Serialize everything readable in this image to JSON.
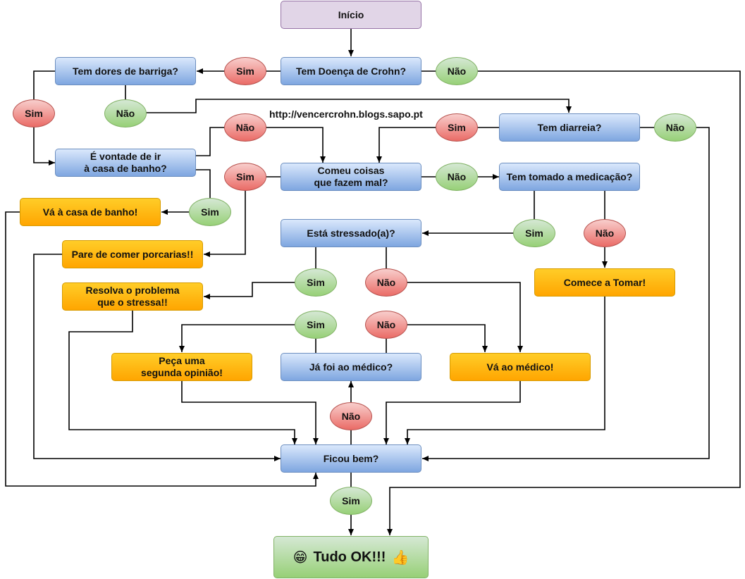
{
  "watermark": "http://vencercrohn.blogs.sapo.pt",
  "nodes": {
    "inicio": "Início",
    "crohn": "Tem Doença de Crohn?",
    "dores": "Tem dores de barriga?",
    "vontade": "É vontade de ir\nà casa de banho?",
    "diarreia": "Tem diarreia?",
    "comeu": "Comeu coisas\nque fazem mal?",
    "medicacao": "Tem tomado a medicação?",
    "banho": "Vá à casa de banho!",
    "stressado": "Está stressado(a)?",
    "porcarias": "Pare de comer porcarias!!",
    "tomar": "Comece a Tomar!",
    "resolva": "Resolva o problema\nque o stressa!!",
    "segunda": "Peça uma\nsegunda opinião!",
    "medico_foi": "Já foi ao médico?",
    "va_medico": "Vá ao médico!",
    "ficou": "Ficou bem?",
    "final": "Tudo OK!!!"
  },
  "final_icons": [
    "grinning-face-icon",
    "thumbs-up-icon"
  ],
  "labels": {
    "sim": "Sim",
    "nao": "Não"
  },
  "colors": {
    "question": "#7ea6e0",
    "action": "#ffa500",
    "start": "#e1d5e7",
    "yes": "#ea6b66",
    "no": "#97d077"
  }
}
